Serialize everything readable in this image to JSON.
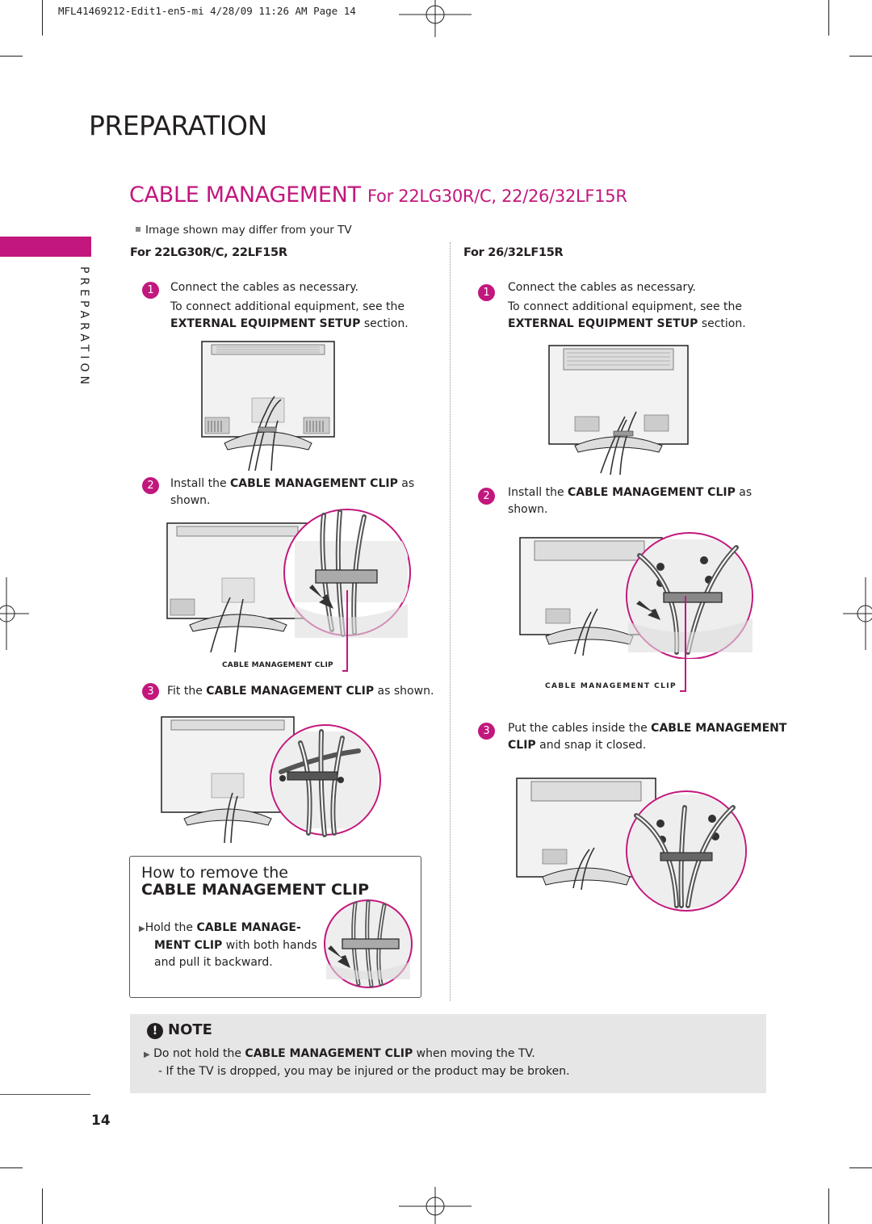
{
  "header": {
    "slug": "MFL41469212-Edit1-en5-mi  4/28/09 11:26 AM  Page 14"
  },
  "section_title": "PREPARATION",
  "side_label": "PREPARATION",
  "cable_management": {
    "title": "CABLE MANAGEMENT",
    "title_models": "For 22LG30R/C, 22/26/32LF15R",
    "image_note": "Image shown may differ from your TV"
  },
  "left_column": {
    "heading": "For 22LG30R/C, 22LF15R",
    "step1": {
      "num": "1",
      "line1": "Connect the cables as necessary.",
      "line2": "To connect additional equipment, see the",
      "line3_bold": "EXTERNAL EQUIPMENT SETUP",
      "line3_rest": " section."
    },
    "step2": {
      "num": "2",
      "pre": "Install the ",
      "bold": "CABLE MANAGEMENT CLIP",
      "post": " as",
      "line2": "shown."
    },
    "clip_label": "CABLE MANAGEMENT CLIP",
    "step3": {
      "num": "3",
      "pre": "Fit the ",
      "bold": "CABLE MANAGEMENT CLIP",
      "post": " as shown."
    }
  },
  "right_column": {
    "heading": "For 26/32LF15R",
    "step1": {
      "num": "1",
      "line1": "Connect the cables as necessary.",
      "line2": "To connect additional equipment, see the",
      "line3_bold": "EXTERNAL EQUIPMENT SETUP",
      "line3_rest": " section."
    },
    "step2": {
      "num": "2",
      "pre": "Install the ",
      "bold": "CABLE MANAGEMENT CLIP",
      "post": " as",
      "line2": "shown."
    },
    "clip_label": "CABLE MANAGEMENT CLIP",
    "step3": {
      "num": "3",
      "pre": "Put the cables inside the ",
      "bold": "CABLE MANAGEMENT",
      "line2_bold": "CLIP",
      "line2_rest": " and snap it closed."
    }
  },
  "remove_box": {
    "title_line1": "How to remove the",
    "title_line2": "CABLE MANAGEMENT CLIP",
    "l1_pre": "Hold  the  ",
    "l1_bold": "CABLE  MANAGE-",
    "l2_bold": "MENT  CLIP",
    "l2_rest": " with both hands",
    "l3": "and pull it backward."
  },
  "note": {
    "heading": "NOTE",
    "icon": "!",
    "line1_pre": "Do not hold the ",
    "line1_bold": "CABLE MANAGEMENT CLIP",
    "line1_post": " when moving the TV.",
    "line2": "- If the TV is dropped, you may be injured or the product may be broken."
  },
  "page_number": "14",
  "colors": {
    "accent": "#c2177c",
    "note_bg": "#e6e6e6",
    "text": "#231f20"
  }
}
